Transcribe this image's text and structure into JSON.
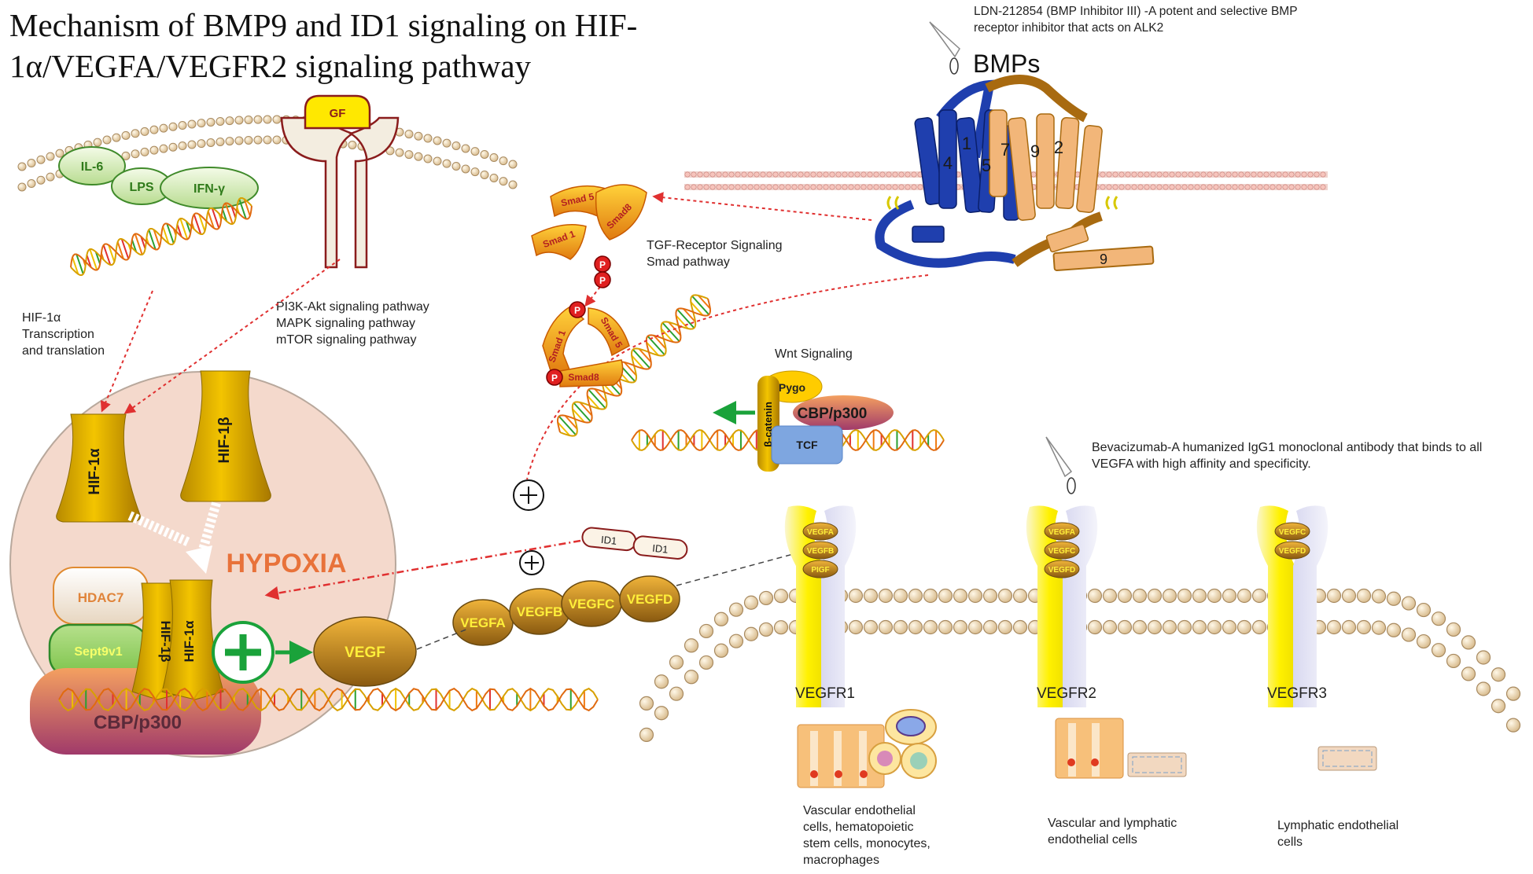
{
  "title": "Mechanism of BMP9 and ID1 signaling on HIF-1α/VEGFA/VEGFR2 signaling pathway",
  "ldn_note": "LDN-212854 (BMP Inhibitor III) -A potent and selective BMP receptor inhibitor that acts on ALK2",
  "bmps_label": "BMPs",
  "bmp_helix_numbers": [
    "4",
    "1",
    "5",
    "7",
    "9",
    "2",
    "9"
  ],
  "gf_label": "GF",
  "cytokines": [
    "IL-6",
    "LPS",
    "IFN-γ"
  ],
  "hif_transcription_note": [
    "HIF-1α",
    "Transcription",
    "and translation"
  ],
  "pathways_note": [
    "PI3K-Akt signaling pathway",
    "MAPK signaling pathway",
    "mTOR signaling pathway"
  ],
  "tgf_note": [
    "TGF-Receptor Signaling",
    "Smad pathway"
  ],
  "smads": [
    "Smad 5",
    "Smad 1",
    "Smad8"
  ],
  "smad_complex": [
    "Smad 1",
    "Smad 5",
    "Smad8"
  ],
  "phospho_label": "P",
  "wnt": {
    "title": "Wnt Signaling",
    "pygo": "Pygo",
    "cbp": "CBP/p300",
    "beta_catenin": "β-catenin",
    "tcf": "TCF"
  },
  "hif1a_label": "HIF-1α",
  "hif1b_label": "HIF-1β",
  "hypoxia_label": "HYPOXIA",
  "hdac7_label": "HDAC7",
  "sept9v1_label": "Sept9v1",
  "cbp_p300_label": "CBP/p300",
  "vegf_label": "VEGF",
  "id1_labels": [
    "ID1",
    "ID1"
  ],
  "vegf_family": [
    "VEGFA",
    "VEGFB",
    "VEGFC",
    "VEGFD"
  ],
  "bevacizumab_note": "Bevacizumab-A humanized IgG1 monoclonal antibody that binds to all VEGFA with high affinity and specificity.",
  "receptors": [
    {
      "name": "VEGFR1",
      "ligands": [
        "VEGFA",
        "VEGFB",
        "PIGF"
      ],
      "cells": [
        "Vascular endothelial",
        "cells, hematopoietic",
        "stem cells, monocytes,",
        "macrophages"
      ]
    },
    {
      "name": "VEGFR2",
      "ligands": [
        "VEGFA",
        "VEGFC",
        "VEGFD"
      ],
      "cells": [
        "Vascular and lymphatic",
        "endothelial cells"
      ]
    },
    {
      "name": "VEGFR3",
      "ligands": [
        "VEGFC",
        "VEGFD"
      ],
      "cells": [
        "Lymphatic endothelial",
        "cells"
      ]
    }
  ],
  "colors": {
    "gold": "#e0a500",
    "bmp_blue": "#1f3fae",
    "bmp_orange": "#f2b679",
    "arrow_red": "#e03030",
    "green": "#1aa23a"
  }
}
